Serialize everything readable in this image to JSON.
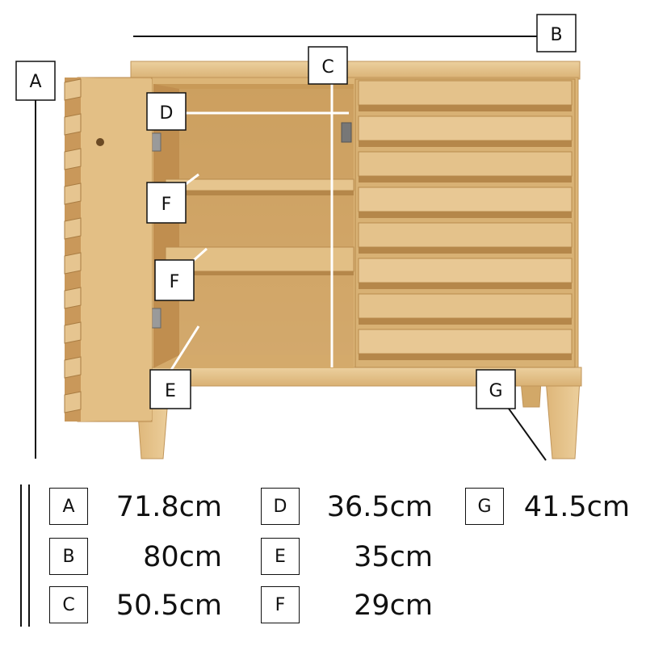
{
  "dimensions": [
    {
      "key": "A",
      "value": "71.8cm"
    },
    {
      "key": "B",
      "value": "80cm"
    },
    {
      "key": "C",
      "value": "50.5cm"
    },
    {
      "key": "D",
      "value": "36.5cm"
    },
    {
      "key": "E",
      "value": "35cm"
    },
    {
      "key": "F",
      "value": "29cm"
    },
    {
      "key": "G",
      "value": "41.5cm"
    }
  ],
  "callouts": {
    "A": "A",
    "B": "B",
    "C": "C",
    "D": "D",
    "E": "E",
    "F1": "F",
    "F2": "F",
    "G": "G"
  },
  "colors": {
    "wood_light": "#e7c48d",
    "wood_mid": "#d6ad6c",
    "wood_dark": "#b98a4b",
    "line": "#111111"
  }
}
